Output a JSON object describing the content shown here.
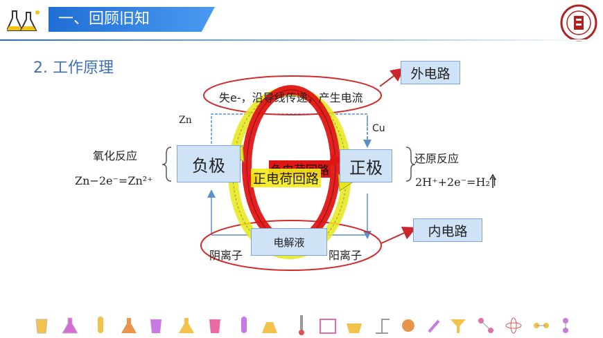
{
  "header": {
    "title": "一、回顾旧知"
  },
  "section": {
    "heading": "2. 工作原理"
  },
  "diagram": {
    "outer_circuit_label": "外电路",
    "inner_circuit_label": "内电路",
    "electron_flow_text": "失e-，沿导线传递，产生电流",
    "zn_label": "Zn",
    "cu_label": "Cu",
    "negative_electrode": "负极",
    "positive_electrode": "正极",
    "oxidation_label": "氧化反应",
    "oxidation_equation": "Zn−2e⁻=Zn²⁺",
    "reduction_label": "还原反应",
    "reduction_equation": "2H⁺+2e⁻=H₂↑",
    "electrolyte": "电解液",
    "anion_label": "阴离子",
    "cation_label": "阳离子",
    "overlay_text_1": "负电荷回路",
    "overlay_text_2": "正电荷回路"
  },
  "colors": {
    "accent": "#1f6ed4",
    "ellipse": "#d42a2a",
    "arrow_red": "#e01515",
    "arrow_yellow": "#e6e619",
    "box": "#cfe2f6"
  }
}
